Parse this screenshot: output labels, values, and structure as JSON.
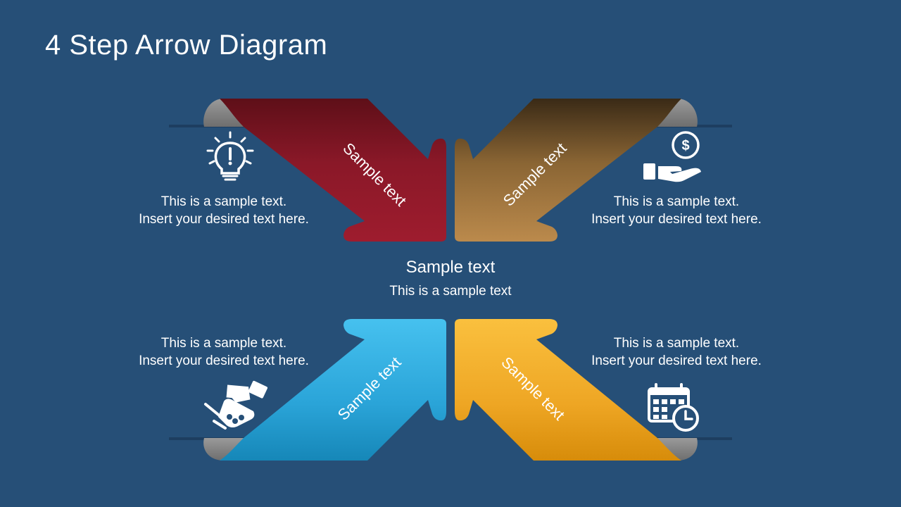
{
  "title": "4 Step Arrow Diagram",
  "center": {
    "title": "Sample text",
    "subtitle": "This is a sample text"
  },
  "steps": [
    {
      "arrow_label": "Sample text",
      "color": "#9a1b2b",
      "icon": "lightbulb-icon",
      "caption_line1": "This is a sample text.",
      "caption_line2": "Insert your desired text here."
    },
    {
      "arrow_label": "Sample text",
      "color": "#b8884a",
      "icon": "hand-money-icon",
      "caption_line1": "This is a sample text.",
      "caption_line2": "Insert your desired text here."
    },
    {
      "arrow_label": "Sample text",
      "color": "#3fb8e8",
      "icon": "handshake-icon",
      "caption_line1": "This is a sample text.",
      "caption_line2": "Insert your desired text here."
    },
    {
      "arrow_label": "Sample text",
      "color": "#f5b52f",
      "icon": "calendar-clock-icon",
      "caption_line1": "This is a sample text.",
      "caption_line2": "Insert your desired text here."
    }
  ]
}
